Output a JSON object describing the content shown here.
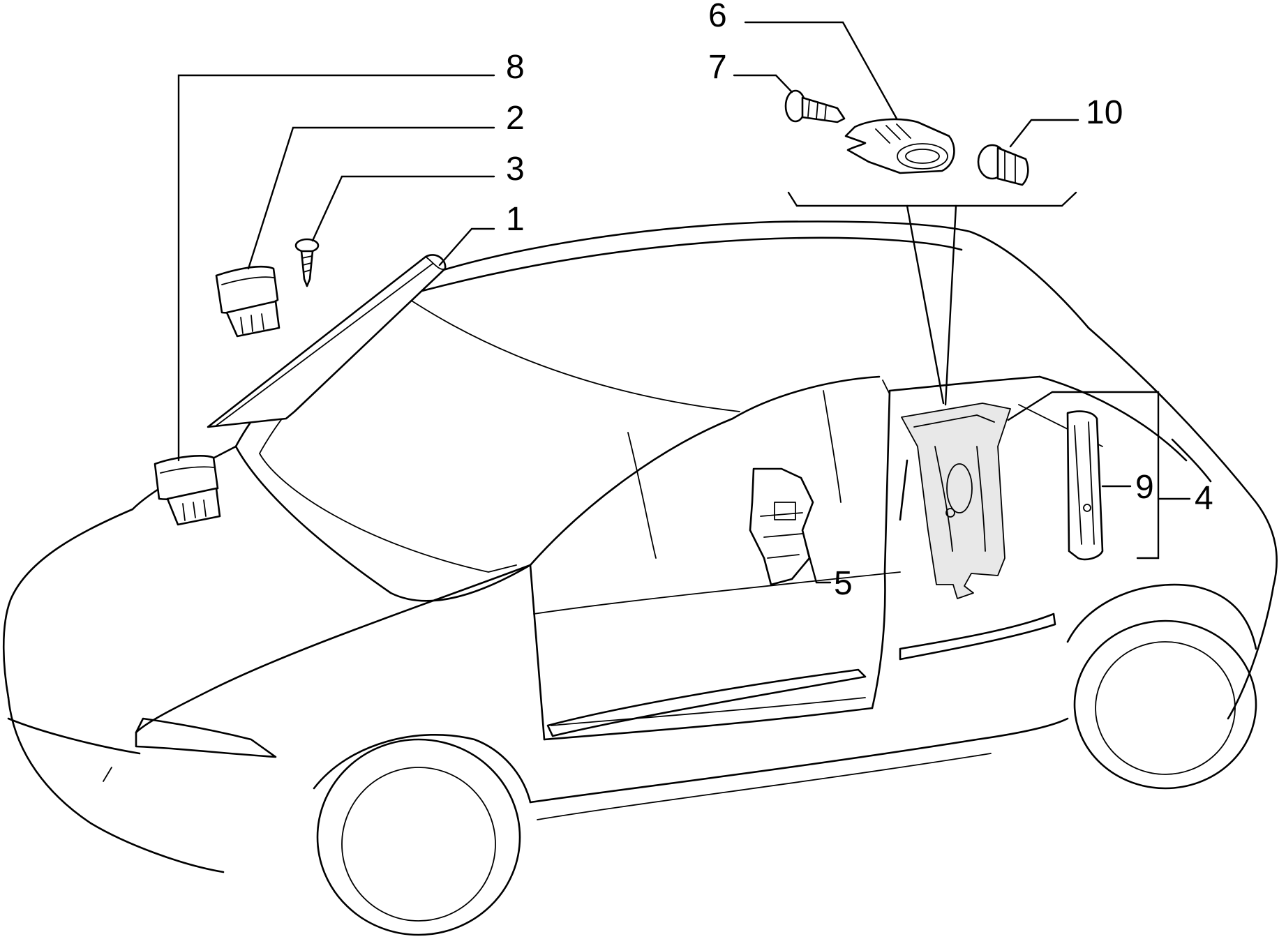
{
  "diagram": {
    "colors": {
      "ink": "#000000",
      "paper": "#ffffff"
    },
    "callouts": [
      {
        "id": "1",
        "label": "1"
      },
      {
        "id": "2",
        "label": "2"
      },
      {
        "id": "3",
        "label": "3"
      },
      {
        "id": "4",
        "label": "4"
      },
      {
        "id": "5",
        "label": "5"
      },
      {
        "id": "6",
        "label": "6"
      },
      {
        "id": "7",
        "label": "7"
      },
      {
        "id": "8",
        "label": "8"
      },
      {
        "id": "9",
        "label": "9"
      },
      {
        "id": "10",
        "label": "10"
      }
    ]
  }
}
